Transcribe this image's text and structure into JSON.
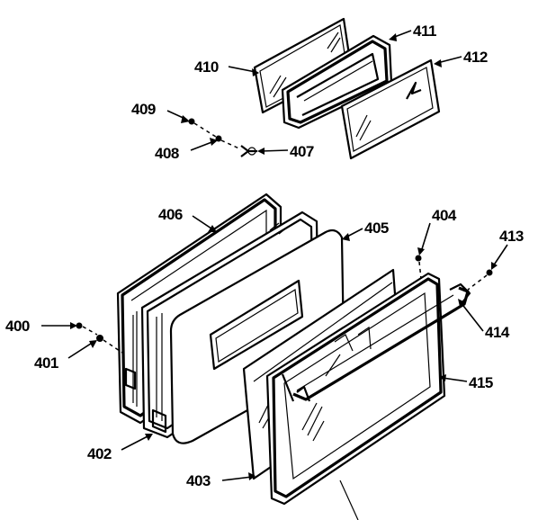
{
  "diagram": {
    "parts": [
      {
        "id": "p410",
        "label": "410"
      },
      {
        "id": "p411",
        "label": "411"
      },
      {
        "id": "p412",
        "label": "412"
      },
      {
        "id": "p409",
        "label": "409"
      },
      {
        "id": "p408",
        "label": "408"
      },
      {
        "id": "p407",
        "label": "407"
      },
      {
        "id": "p406",
        "label": "406"
      },
      {
        "id": "p405",
        "label": "405"
      },
      {
        "id": "p404",
        "label": "404"
      },
      {
        "id": "p413",
        "label": "413"
      },
      {
        "id": "p400",
        "label": "400"
      },
      {
        "id": "p414",
        "label": "414"
      },
      {
        "id": "p401",
        "label": "401"
      },
      {
        "id": "p415",
        "label": "415"
      },
      {
        "id": "p402",
        "label": "402"
      },
      {
        "id": "p403",
        "label": "403"
      }
    ]
  }
}
